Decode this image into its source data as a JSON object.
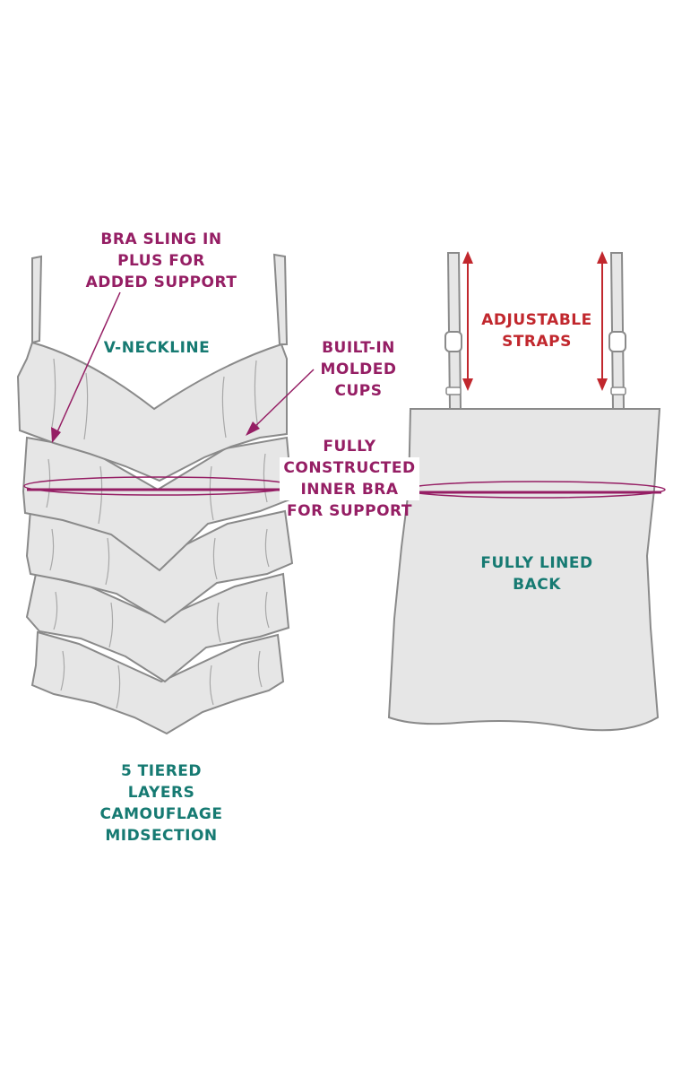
{
  "colors": {
    "magenta": "#951e64",
    "teal": "#167a72",
    "red": "#c1272d",
    "garment_fill": "#e6e6e6",
    "garment_stroke": "#8a8a8a"
  },
  "labels": {
    "bra_sling": [
      "BRA SLING IN",
      "PLUS FOR",
      "ADDED SUPPORT"
    ],
    "v_neckline": [
      "V-NECKLINE"
    ],
    "molded_cups": [
      "BUILT-IN",
      "MOLDED",
      "CUPS"
    ],
    "inner_bra": [
      "FULLY",
      "CONSTRUCTED",
      "INNER BRA",
      "FOR SUPPORT"
    ],
    "tiered_layers": [
      "5 TIERED",
      "LAYERS",
      "CAMOUFLAGE",
      "MIDSECTION"
    ],
    "adjustable_straps": [
      "ADJUSTABLE",
      "STRAPS"
    ],
    "lined_back": [
      "FULLY LINED",
      "BACK"
    ]
  }
}
